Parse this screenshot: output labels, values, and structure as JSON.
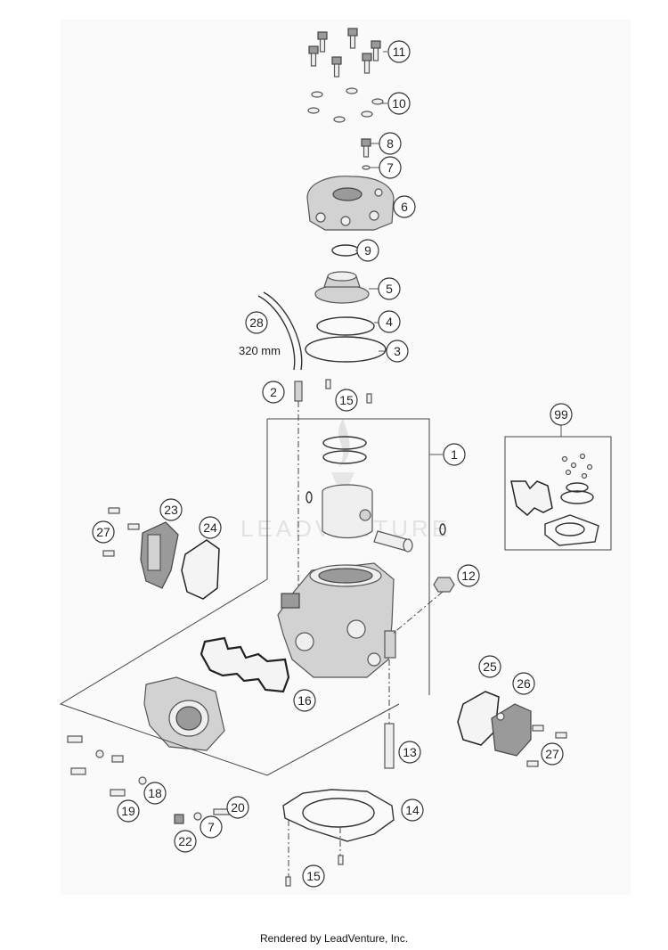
{
  "diagram": {
    "watermark": "LEADVENTURE",
    "hose_length_label": "320 mm",
    "callouts": [
      "11",
      "10",
      "8",
      "7",
      "6",
      "9",
      "5",
      "4",
      "3",
      "28",
      "2",
      "15",
      "1",
      "99",
      "23",
      "24",
      "27",
      "12",
      "16",
      "25",
      "26",
      "13",
      "27",
      "18",
      "19",
      "20",
      "7",
      "22",
      "14",
      "15"
    ]
  },
  "footer": {
    "text": "Rendered by LeadVenture, Inc."
  }
}
